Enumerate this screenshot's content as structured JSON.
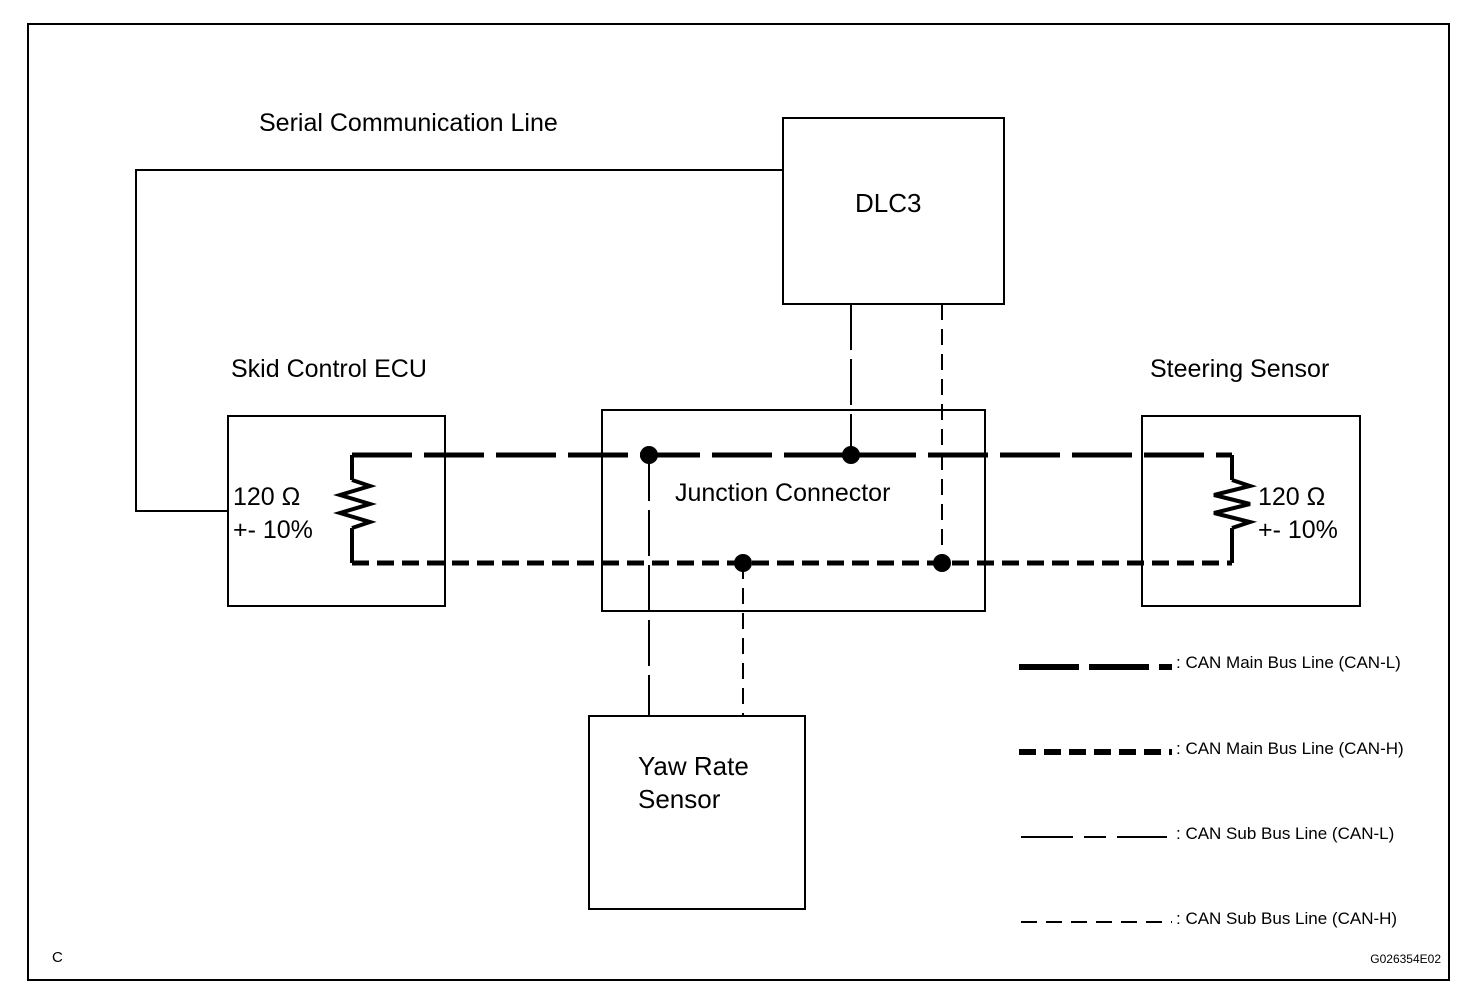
{
  "labels": {
    "serial_line": "Serial Communication Line",
    "skid_ecu": "Skid Control ECU",
    "steering_sensor": "Steering Sensor",
    "dlc3": "DLC3",
    "junction_connector": "Junction Connector",
    "yaw_rate_line1": "Yaw Rate",
    "yaw_rate_line2": "Sensor",
    "corner_letter": "C",
    "figure_code": "G026354E02"
  },
  "resistors": {
    "left_value": "120 Ω",
    "left_tolerance": "+- 10%",
    "right_value": "120 Ω",
    "right_tolerance": "+- 10%"
  },
  "legend": [
    {
      "style": "main-l",
      "label": ": CAN Main Bus Line (CAN-L)"
    },
    {
      "style": "main-h",
      "label": ": CAN Main Bus Line (CAN-H)"
    },
    {
      "style": "sub-l",
      "label": ": CAN Sub Bus Line (CAN-L)"
    },
    {
      "style": "sub-h",
      "label": ": CAN Sub Bus Line (CAN-H)"
    }
  ],
  "colors": {
    "line": "#000000",
    "background": "#ffffff"
  }
}
